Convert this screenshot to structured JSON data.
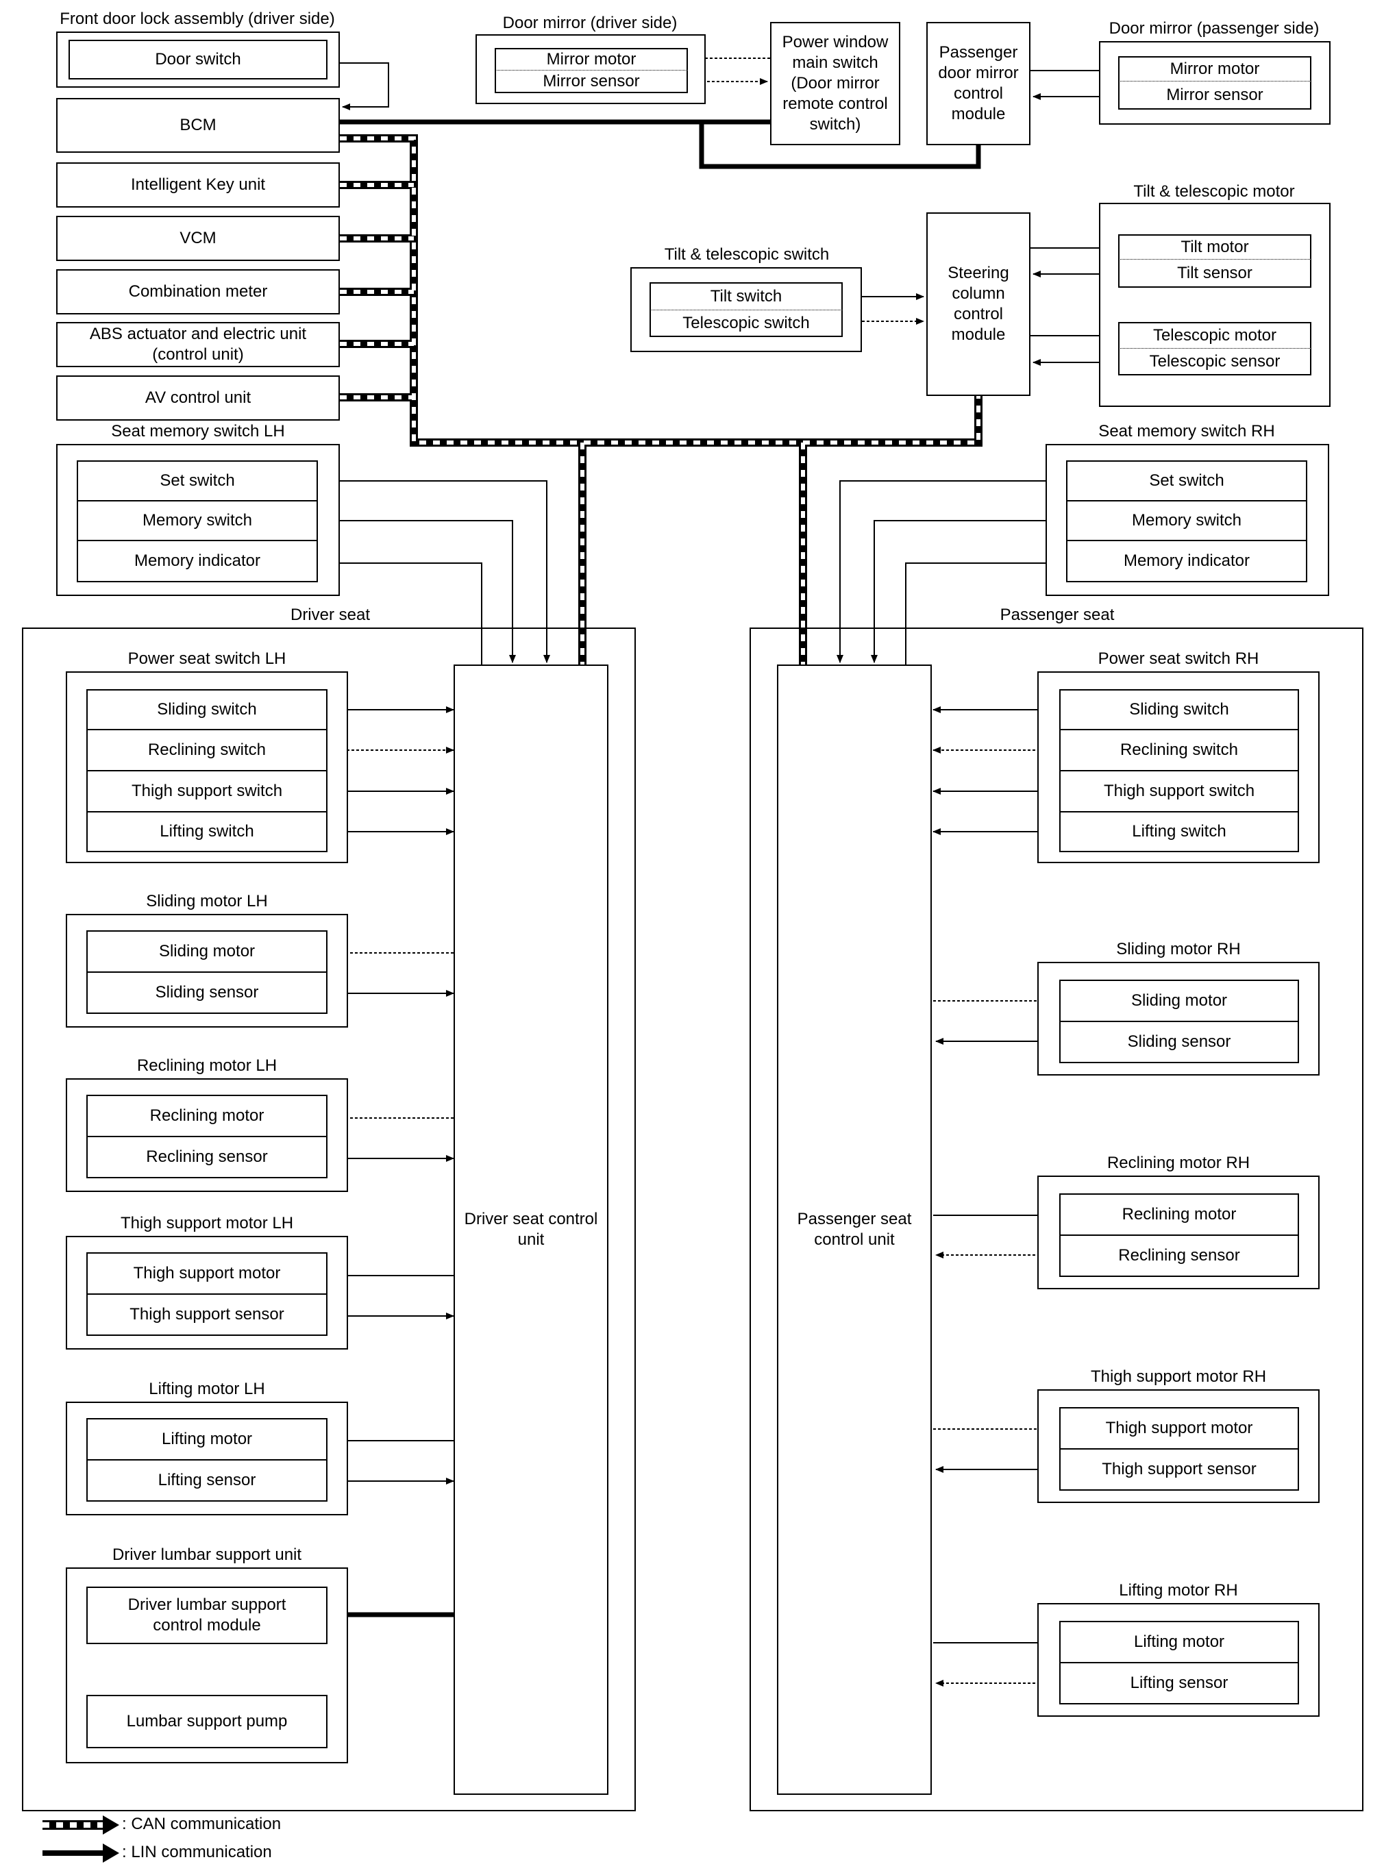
{
  "top": {
    "front_door_lock": {
      "title": "Front door lock assembly (driver side)",
      "door_switch": "Door switch"
    },
    "bcm": "BCM",
    "intelligent_key": "Intelligent Key unit",
    "vcm": "VCM",
    "combination_meter": "Combination meter",
    "abs": "ABS actuator and electric unit (control unit)",
    "av_control": "AV control unit",
    "door_mirror_driver": {
      "title": "Door mirror (driver side)",
      "motor": "Mirror motor",
      "sensor": "Mirror sensor"
    },
    "power_window_switch": "Power window main switch (Door mirror remote control switch)",
    "passenger_mirror_module": "Passenger door mirror control module",
    "door_mirror_passenger": {
      "title": "Door mirror (passenger side)",
      "motor": "Mirror motor",
      "sensor": "Mirror sensor"
    },
    "tilt_tele_motor": {
      "title": "Tilt & telescopic motor",
      "tilt_motor": "Tilt motor",
      "tilt_sensor": "Tilt sensor",
      "tele_motor": "Telescopic motor",
      "tele_sensor": "Telescopic sensor"
    },
    "tilt_tele_switch": {
      "title": "Tilt & telescopic switch",
      "tilt": "Tilt switch",
      "tele": "Telescopic switch"
    },
    "steering_module": "Steering column control module"
  },
  "memory_lh": {
    "title": "Seat memory switch LH",
    "set": "Set switch",
    "memory": "Memory switch",
    "indicator": "Memory indicator"
  },
  "memory_rh": {
    "title": "Seat memory switch RH",
    "set": "Set switch",
    "memory": "Memory switch",
    "indicator": "Memory indicator"
  },
  "driver_seat": {
    "title": "Driver seat",
    "control_unit": "Driver seat control unit",
    "switch_group": {
      "title": "Power seat switch LH",
      "sliding": "Sliding switch",
      "reclining": "Reclining switch",
      "thigh": "Thigh support switch",
      "lifting": "Lifting switch"
    },
    "sliding": {
      "title": "Sliding motor LH",
      "motor": "Sliding motor",
      "sensor": "Sliding sensor"
    },
    "reclining": {
      "title": "Reclining motor LH",
      "motor": "Reclining motor",
      "sensor": "Reclining sensor"
    },
    "thigh": {
      "title": "Thigh support motor LH",
      "motor": "Thigh support motor",
      "sensor": "Thigh support sensor"
    },
    "lifting": {
      "title": "Lifting motor LH",
      "motor": "Lifting motor",
      "sensor": "Lifting sensor"
    },
    "lumbar": {
      "title": "Driver lumbar support unit",
      "module": "Driver lumbar support control module",
      "pump": "Lumbar support pump"
    }
  },
  "passenger_seat": {
    "title": "Passenger seat",
    "control_unit": "Passenger seat control unit",
    "switch_group": {
      "title": "Power seat switch RH",
      "sliding": "Sliding switch",
      "reclining": "Reclining switch",
      "thigh": "Thigh support switch",
      "lifting": "Lifting switch"
    },
    "sliding": {
      "title": "Sliding motor RH",
      "motor": "Sliding motor",
      "sensor": "Sliding sensor"
    },
    "reclining": {
      "title": "Reclining motor RH",
      "motor": "Reclining motor",
      "sensor": "Reclining sensor"
    },
    "thigh": {
      "title": "Thigh support motor RH",
      "motor": "Thigh support motor",
      "sensor": "Thigh support sensor"
    },
    "lifting": {
      "title": "Lifting motor RH",
      "motor": "Lifting motor",
      "sensor": "Lifting sensor"
    }
  },
  "legend": {
    "can": ": CAN communication",
    "lin": ": LIN communication"
  }
}
